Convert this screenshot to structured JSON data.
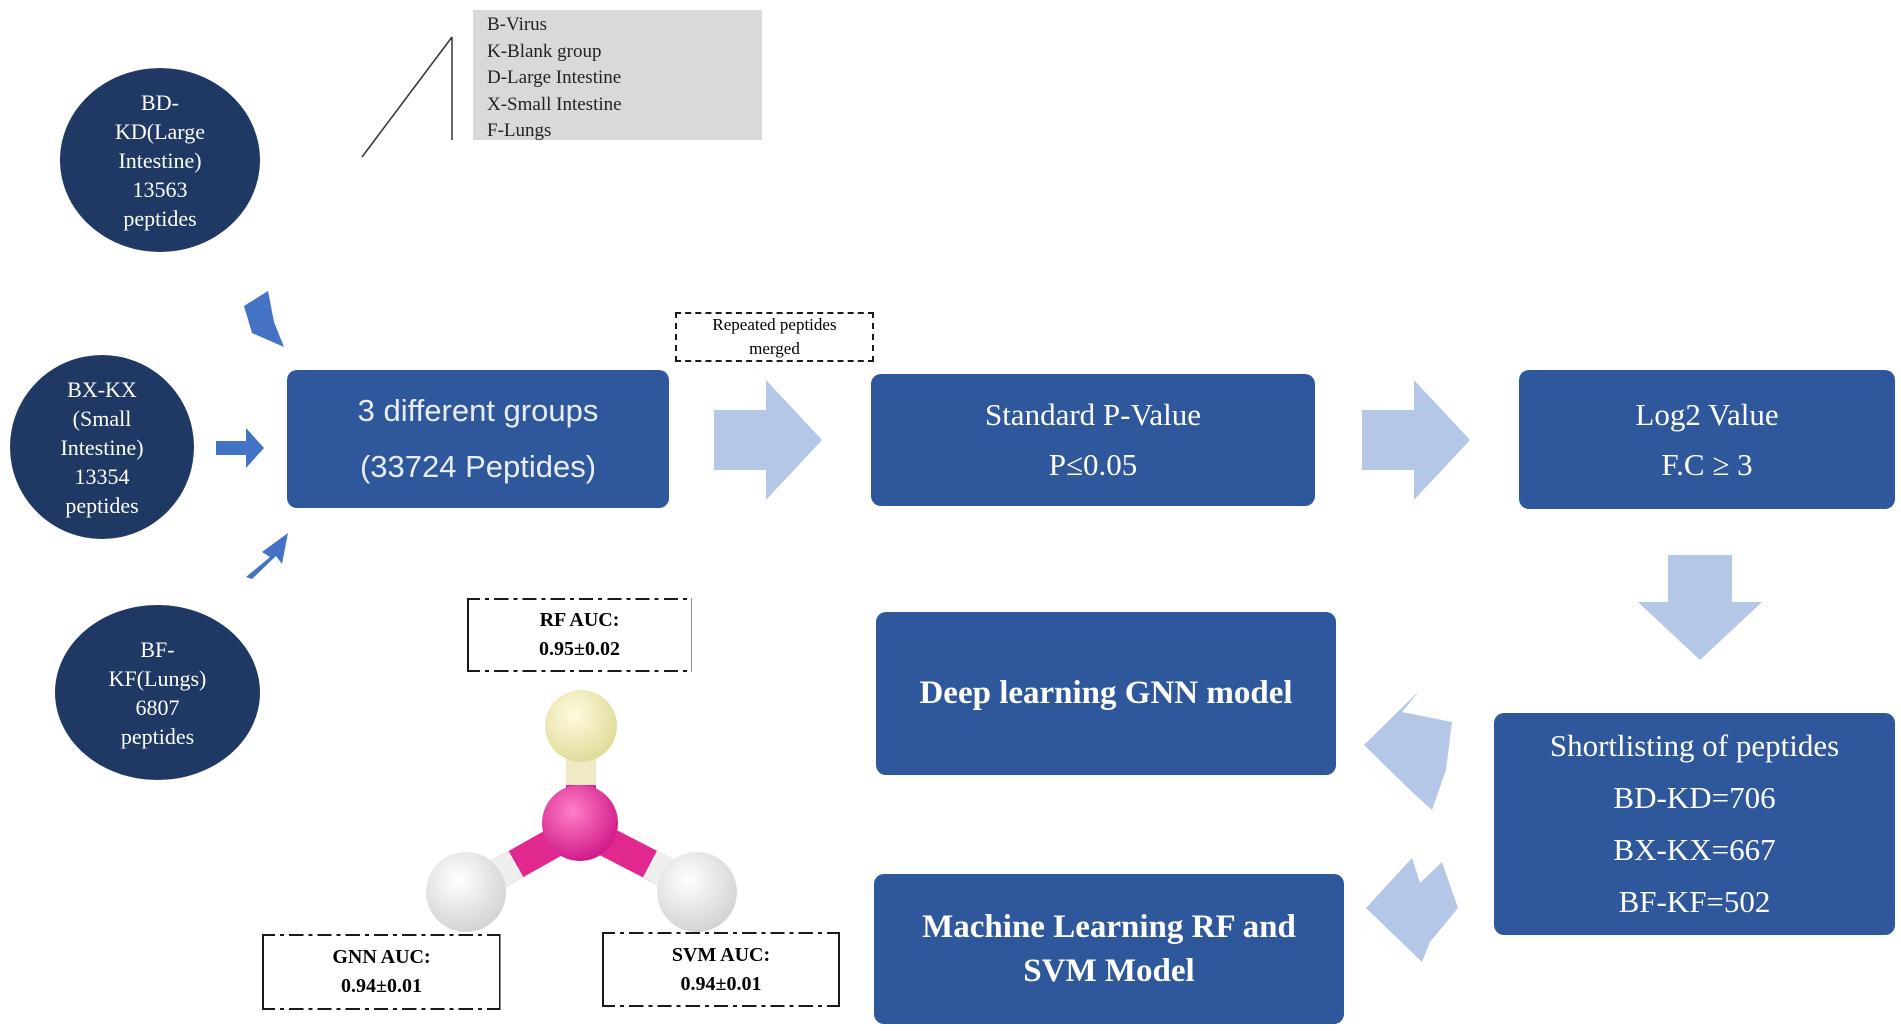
{
  "legend": [
    "B-Virus",
    "K-Blank group",
    "D-Large Intestine",
    "X-Small Intestine",
    "F-Lungs"
  ],
  "circles": {
    "bd_kd": [
      "BD-",
      "KD(Large",
      "Intestine)",
      "13563",
      "peptides"
    ],
    "bx_kx": [
      "BX-KX",
      "(Small",
      "Intestine)",
      "13354",
      "peptides"
    ],
    "bf_kf": [
      "BF-",
      "KF(Lungs)",
      "6807",
      "peptides"
    ]
  },
  "groups_box": [
    "3 different groups",
    "(33724 Peptides)"
  ],
  "merge_note": [
    "Repeated peptides",
    "merged"
  ],
  "pvalue_box": [
    "Standard P-Value",
    "P≤0.05"
  ],
  "log2_box": [
    "Log2 Value",
    "F.C ≥ 3"
  ],
  "shortlist_box": [
    "Shortlisting of peptides",
    "BD-KD=706",
    "BX-KX=667",
    "BF-KF=502"
  ],
  "gnn_box": "Deep learning GNN model",
  "ml_box": [
    "Machine Learning RF and",
    "SVM Model"
  ],
  "auc": {
    "rf": [
      "RF AUC:",
      "0.95±0.02"
    ],
    "gnn": [
      "GNN AUC:",
      "0.94±0.01"
    ],
    "svm": [
      "SVM AUC:",
      "0.94±0.01"
    ]
  },
  "colors": {
    "circle": "#1f3864",
    "box": "#2f579c",
    "arrow_light": "#b4c7e7",
    "arrow_blue": "#4472c4",
    "legend_bg": "#d9d9d9"
  }
}
